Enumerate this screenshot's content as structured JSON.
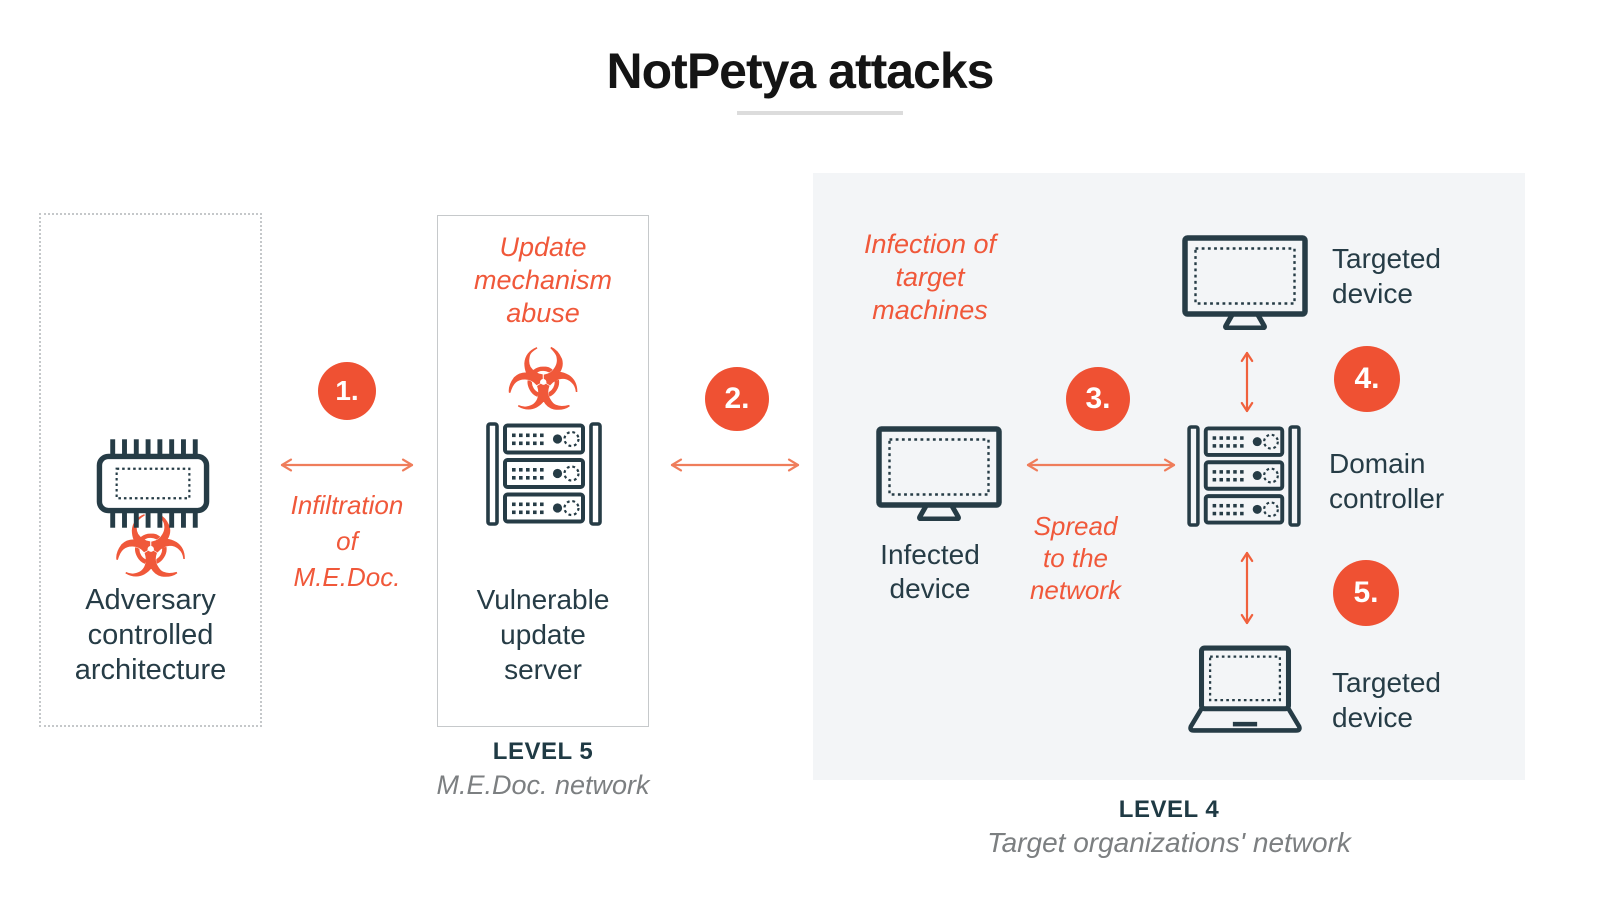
{
  "title": "NotPetya attacks",
  "steps": [
    "1.",
    "2.",
    "3.",
    "4.",
    "5."
  ],
  "adversary": {
    "label": [
      "Adversary",
      "controlled",
      "architecture"
    ]
  },
  "infiltration_caption": [
    "Infiltration",
    "of",
    "M.E.Doc."
  ],
  "update_server": {
    "annotation": [
      "Update",
      "mechanism",
      "abuse"
    ],
    "label": [
      "Vulnerable",
      "update",
      "server"
    ],
    "level": "LEVEL 5",
    "network": "M.E.Doc. network"
  },
  "target_network": {
    "annotation": [
      "Infection of",
      "target",
      "machines"
    ],
    "infected_device": [
      "Infected",
      "device"
    ],
    "spread_caption": [
      "Spread",
      "to the",
      "network"
    ],
    "domain_controller": [
      "Domain",
      "controller"
    ],
    "targeted_device_top": [
      "Targeted",
      "device"
    ],
    "targeted_device_bottom": [
      "Targeted",
      "device"
    ],
    "level": "LEVEL 4",
    "network": "Target organizations' network"
  },
  "icons": {
    "biohazard": "☣"
  },
  "colors": {
    "orange": "#F0583A",
    "circle_orange": "#EF5133",
    "arrow_orange": "#EF7D5B",
    "dark_slate": "#263C46",
    "muted_gray": "#7C7F81",
    "panel_bg": "#F3F5F7",
    "title_black": "#141414"
  }
}
